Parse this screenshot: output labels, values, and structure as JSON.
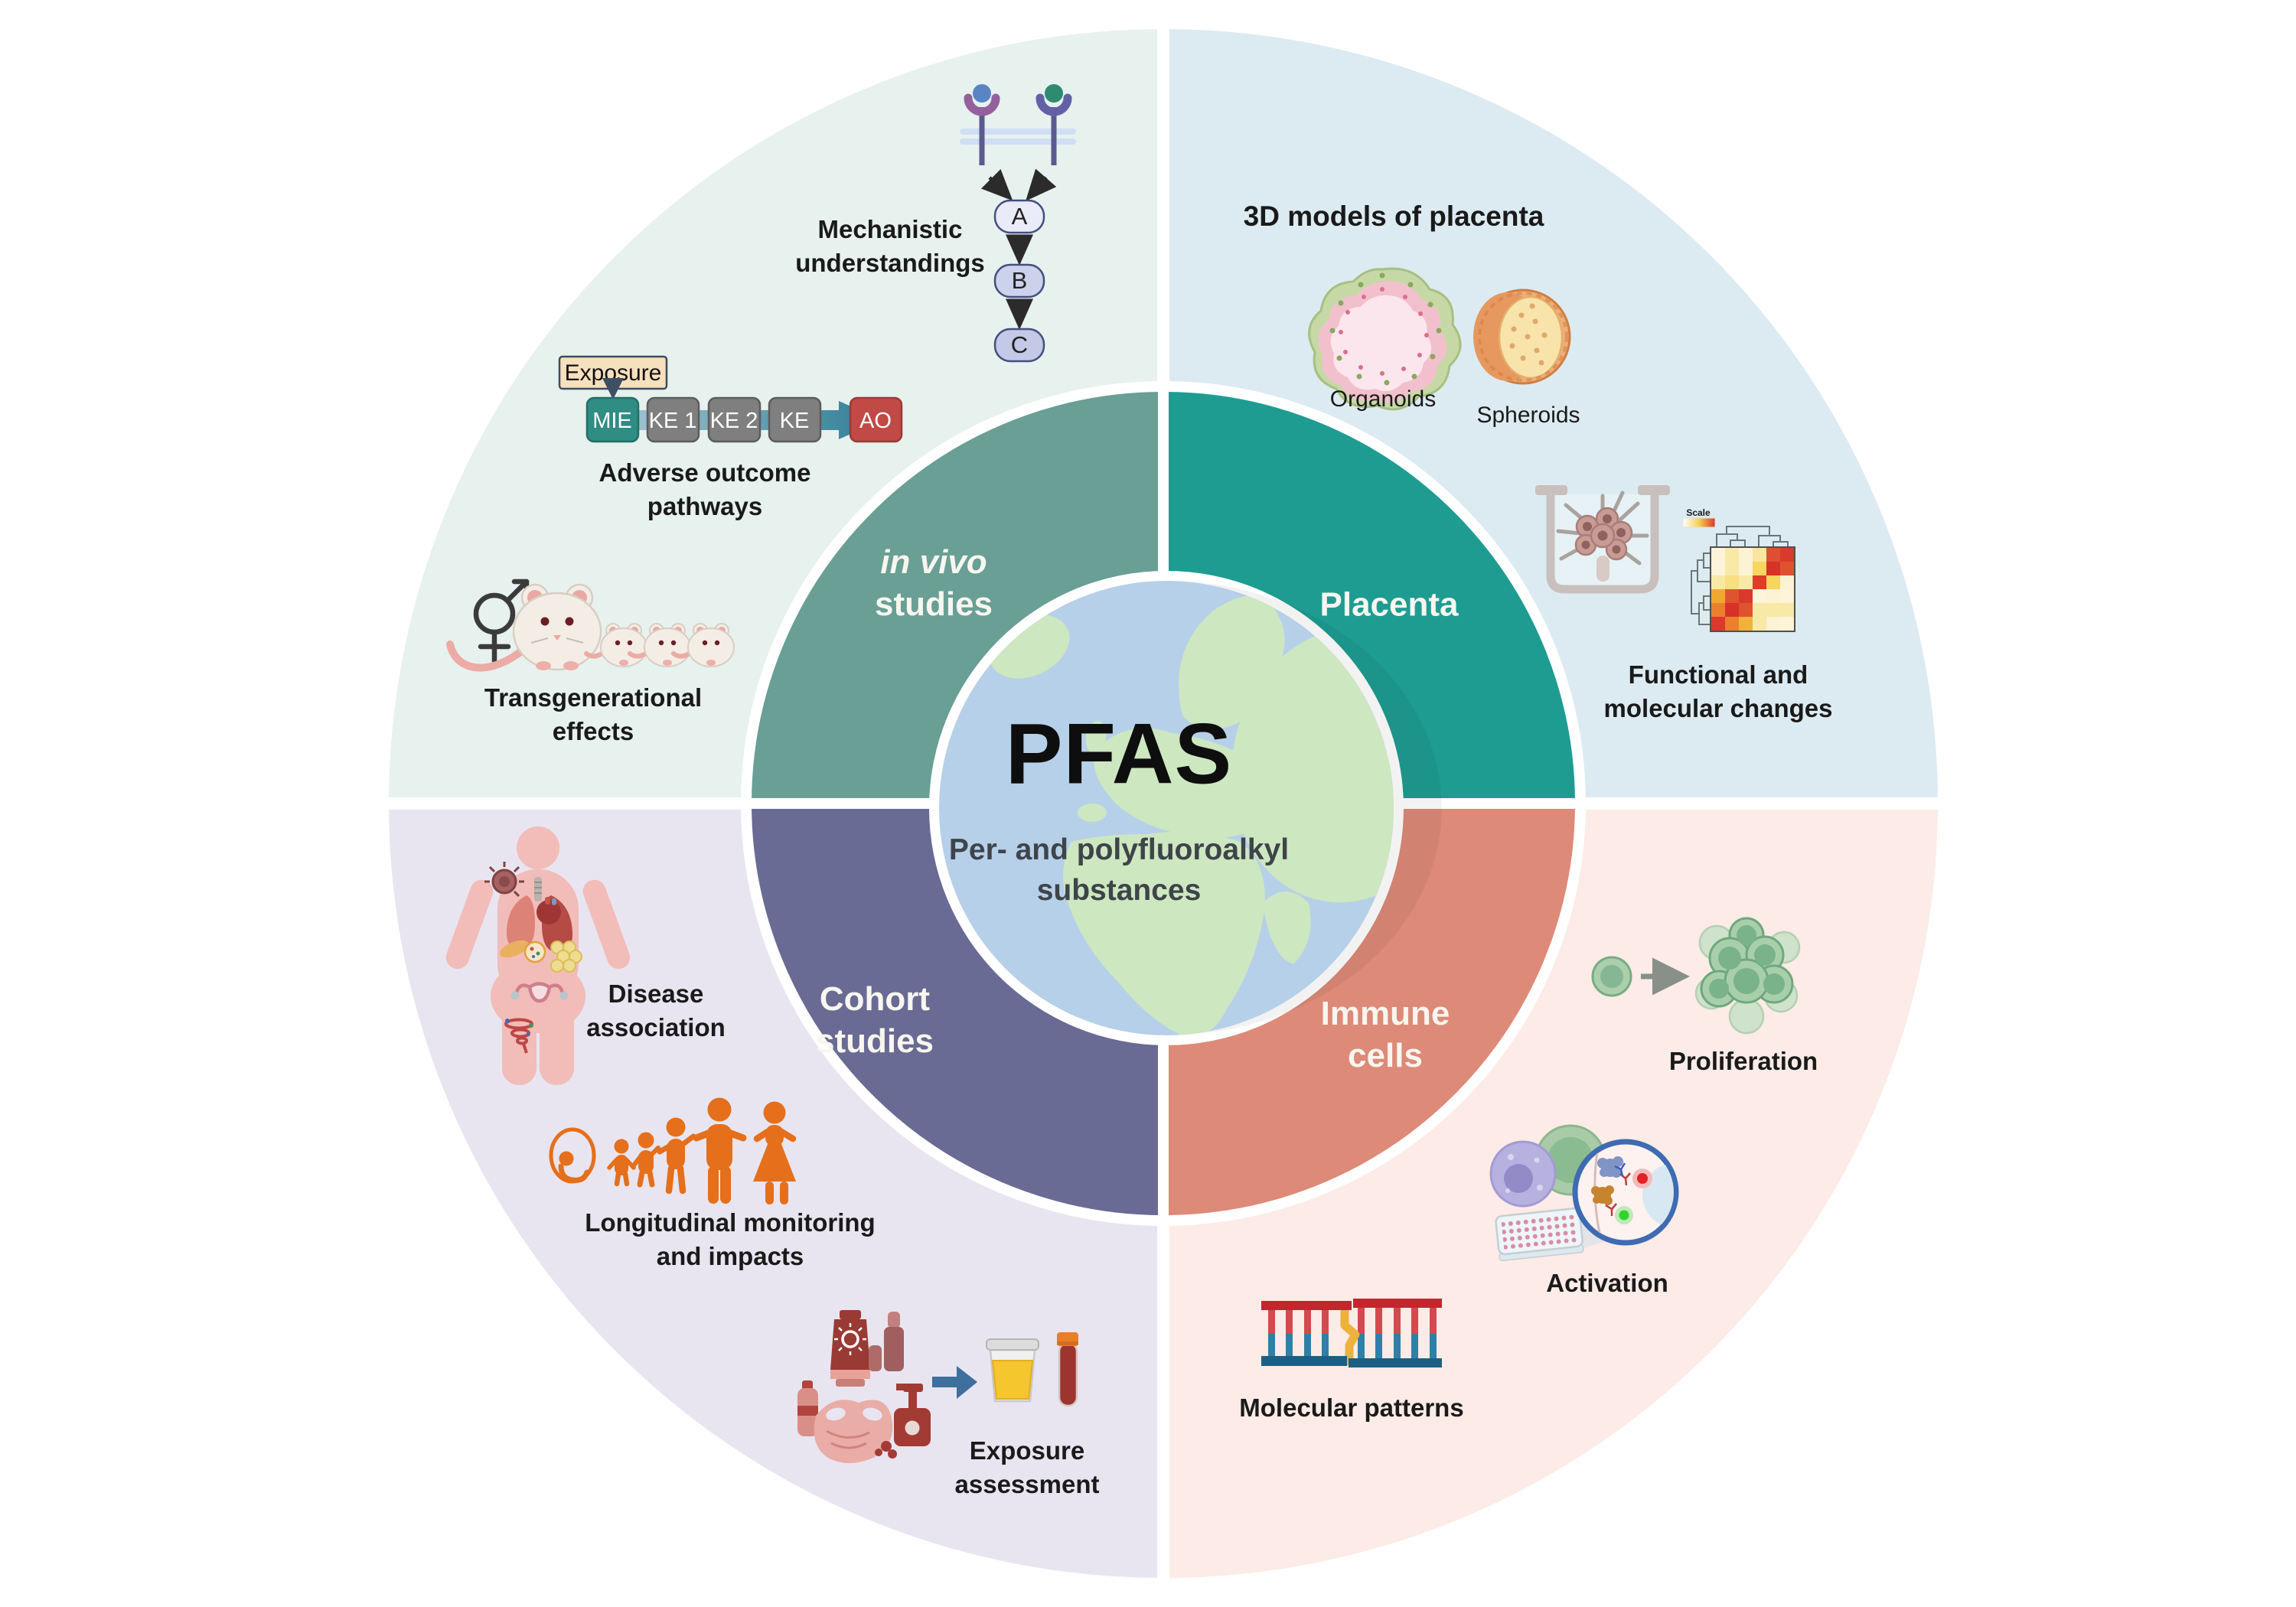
{
  "title": "PFAS circular overview diagram",
  "colors": {
    "page_bg": "#ffffff",
    "outer_in_vivo": "#e7f1ee",
    "outer_placenta": "#dcebf1",
    "outer_cohort": "#e8e5f0",
    "outer_immune": "#fcebe6",
    "ring_in_vivo": "#699f95",
    "ring_placenta": "#1f9c92",
    "ring_cohort": "#696b94",
    "ring_immune": "#dd8a78",
    "globe_ocean": "#b7d0e9",
    "globe_land": "#cde7c0",
    "divider": "#ffffff",
    "caption_text": "#1a1a1a",
    "ring_text": "#f8f6ef",
    "aop_mie": "#2f8d83",
    "aop_ke": "#7f7f7f",
    "aop_ao": "#c14a46",
    "exposure_badge": "#f7e0bd",
    "family_orange": "#e56f1a",
    "arrow_blue": "#3e6f9d",
    "dna_red": "#c2272d",
    "dna_blue": "#1d5e85",
    "dna_yellow": "#edb23c"
  },
  "center": {
    "title": "PFAS",
    "subtitle_line1": "Per- and polyfluoroalkyl",
    "subtitle_line2": "substances"
  },
  "rings": {
    "in_vivo_line1": "in vivo",
    "in_vivo_line2": "studies",
    "placenta": "Placenta",
    "cohort_line1": "Cohort",
    "cohort_line2": "studies",
    "immune_line1": "Immune",
    "immune_line2": "cells"
  },
  "in_vivo": {
    "mechanistic_line1": "Mechanistic",
    "mechanistic_line2": "understandings",
    "flow_node_a": "A",
    "flow_node_b": "B",
    "flow_node_c": "C",
    "aop_exposure": "Exposure",
    "aop_mie": "MIE",
    "aop_ke1": "KE 1",
    "aop_ke2": "KE 2",
    "aop_ke": "KE",
    "aop_ao": "AO",
    "aop_line1": "Adverse outcome",
    "aop_line2": "pathways",
    "trans_line1": "Transgenerational",
    "trans_line2": "effects"
  },
  "placenta": {
    "heading": "3D models of placenta",
    "organoids": "Organoids",
    "spheroids": "Spheroids",
    "scale_label": "Scale",
    "functional_line1": "Functional and",
    "functional_line2": "molecular changes",
    "heatmap_cells": [
      [
        "#fdf4d9",
        "#f9e9a6",
        "#fcf3d4",
        "#f9e6a0",
        "#dd4f30",
        "#d93a2c"
      ],
      [
        "#fdf4d9",
        "#f9e9a6",
        "#fcf3d4",
        "#f7d55e",
        "#d63227",
        "#e0522e"
      ],
      [
        "#f9e9a6",
        "#f8df7f",
        "#f9e9a6",
        "#dc3e28",
        "#f7d55e",
        "#fcf3d4"
      ],
      [
        "#f0a832",
        "#e05330",
        "#d93a2c",
        "#fdf4d9",
        "#fcf3d4",
        "#fdf4d9"
      ],
      [
        "#ec7f2e",
        "#d63227",
        "#e05330",
        "#f9e9a6",
        "#f9e9a6",
        "#f9e9a6"
      ],
      [
        "#d93a2c",
        "#ec7f2e",
        "#f0b23a",
        "#f9e9a6",
        "#fcf3d4",
        "#fdf4d9"
      ]
    ]
  },
  "cohort": {
    "disease_line1": "Disease",
    "disease_line2": "association",
    "long_line1": "Longitudinal monitoring",
    "long_line2": "and impacts",
    "exposure_line1": "Exposure",
    "exposure_line2": "assessment"
  },
  "immune": {
    "proliferation": "Proliferation",
    "activation": "Activation",
    "molecular": "Molecular patterns"
  }
}
